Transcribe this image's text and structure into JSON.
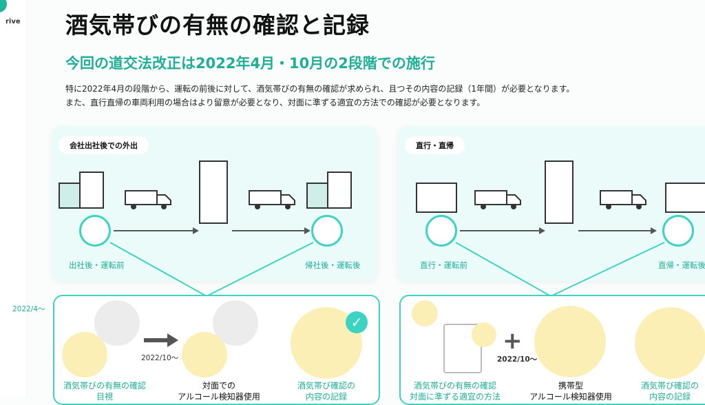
{
  "logo": {
    "text": "rive"
  },
  "title": "酒気帯びの有無の確認と記録",
  "subtitle": "今回の道交法改正は2022年4月・10月の2段階での施行",
  "paragraph": [
    "特に2022年4月の段階から、運転の前後に対して、酒気帯びの有無の確認が求められ、且つその内容の記録（1年間）が必要となります。",
    "また、直行直帰の車両利用の場合はより留意が必要となり、対面に準ずる適宜の方法での確認が必要となります。"
  ],
  "start_date": "2022/4～",
  "panels": [
    {
      "label": "会社出社後での外出",
      "start": "出社後・運転前",
      "end": "帰社後・運転後"
    },
    {
      "label": "直行・直帰",
      "start": "直行・運転前",
      "end": "直帰・運転後"
    }
  ],
  "lower": [
    {
      "date": "2022/10～",
      "step1": [
        "酒気帯びの有無の確認",
        "目視"
      ],
      "step2": [
        "対面での",
        "アルコール検知器使用"
      ],
      "step3": [
        "酒気帯び確認の",
        "内容の記録"
      ]
    },
    {
      "date": "2022/10～",
      "step1": [
        "酒気帯びの有無の確認",
        "対面に準ずる適宜の方法"
      ],
      "step2": [
        "携帯型",
        "アルコール検知器使用"
      ],
      "step3": [
        "酒気帯び確認の",
        "内容の記録"
      ]
    }
  ],
  "colors": {
    "accent": "#1fae98",
    "ring": "#3dd3c2",
    "yellow": "#fcefb5"
  }
}
